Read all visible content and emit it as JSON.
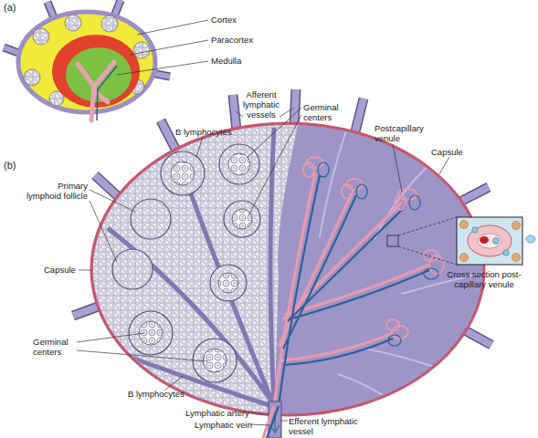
{
  "diagram": {
    "labels": [
      "(a)",
      "Cortex",
      "Paracortex",
      "Medulla",
      "(b)",
      "Afferent lymphatic vessels",
      "Germinal centers",
      "B lymphocytes",
      "Postcapillary venule",
      "Primary lymphoid follicle",
      "Capsule",
      "Capsule",
      "Cross section post-capillary venule",
      "Germinal centers",
      "B lymphocytes",
      "Lymphatic artery",
      "Lymphatic vein",
      "Efferent lymphatic vessel"
    ]
  }
}
